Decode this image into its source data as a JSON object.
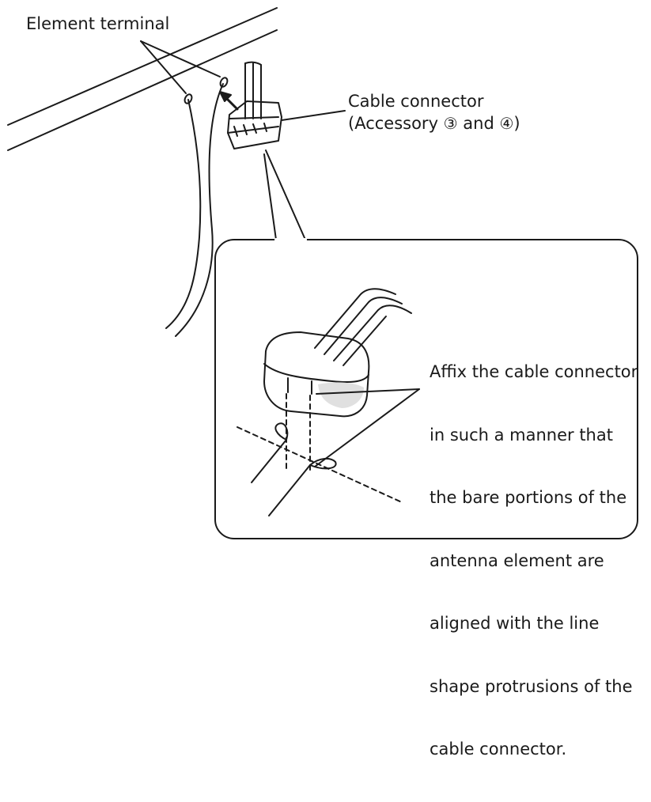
{
  "labels": {
    "element_terminal": "Element terminal",
    "cable_connector_line1": "Cable connector",
    "cable_connector_line2_pre": "(Accessory ",
    "accessory_a": "③",
    "cable_connector_line2_mid": " and ",
    "accessory_b": "④",
    "cable_connector_line2_post": ")"
  },
  "note": {
    "lines": [
      "Affix the cable connector",
      "in such a manner that",
      "the bare portions of the",
      "antenna element are",
      "aligned with the line",
      "shape protrusions of the",
      "cable connector."
    ]
  },
  "colors": {
    "line": "#1a1a1a",
    "background": "#ffffff"
  }
}
